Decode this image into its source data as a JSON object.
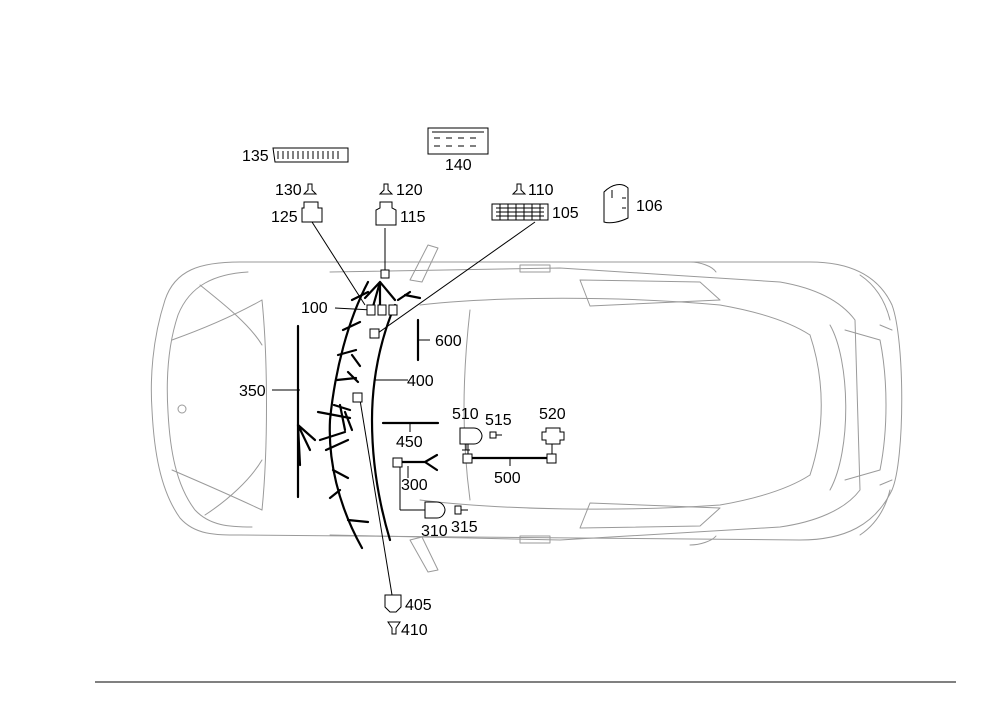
{
  "labels": {
    "p100": "100",
    "p105": "105",
    "p106": "106",
    "p110": "110",
    "p115": "115",
    "p120": "120",
    "p125": "125",
    "p130": "130",
    "p135": "135",
    "p140": "140",
    "p300": "300",
    "p310": "310",
    "p315": "315",
    "p350": "350",
    "p400": "400",
    "p405": "405",
    "p410": "410",
    "p450": "450",
    "p500": "500",
    "p510": "510",
    "p515": "515",
    "p520": "520",
    "p600": "600"
  }
}
